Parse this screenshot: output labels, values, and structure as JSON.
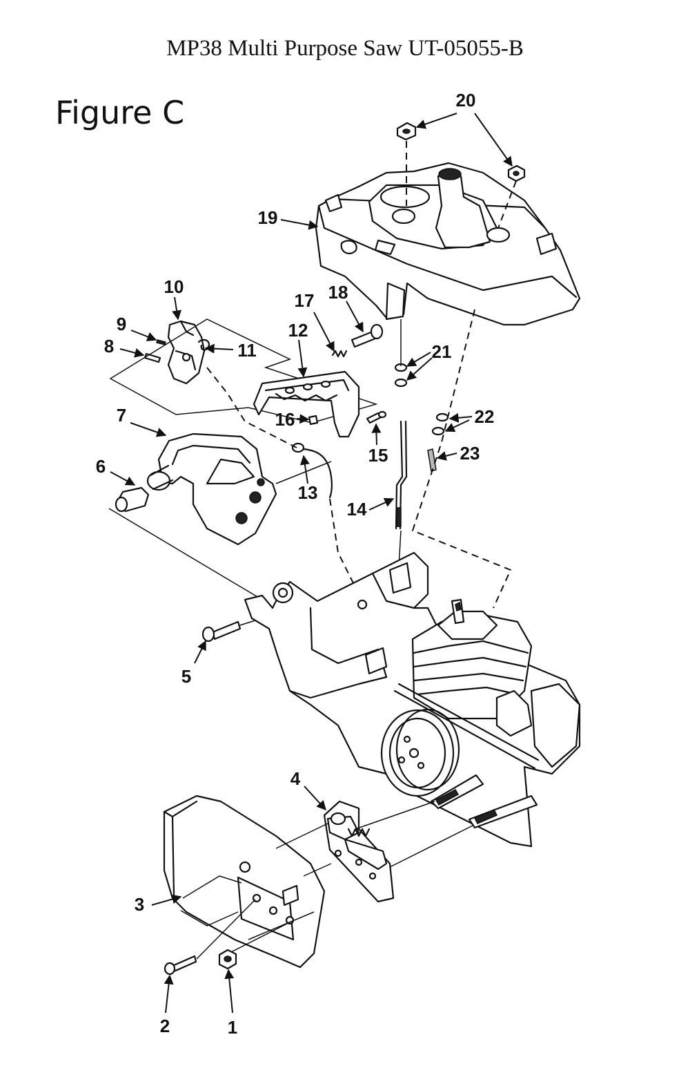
{
  "header": {
    "title": "MP38 Multi Purpose Saw UT-05055-B",
    "figure_label": "Figure C"
  },
  "callouts": [
    "1",
    "2",
    "3",
    "4",
    "5",
    "6",
    "7",
    "8",
    "9",
    "10",
    "11",
    "12",
    "13",
    "14",
    "15",
    "16",
    "17",
    "18",
    "19",
    "20",
    "21",
    "22",
    "23"
  ]
}
